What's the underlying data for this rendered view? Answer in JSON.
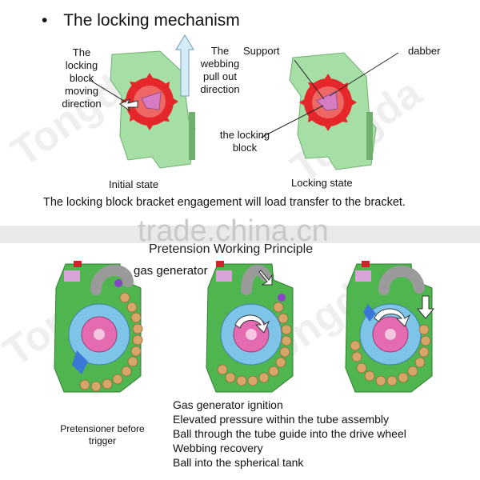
{
  "header": {
    "bullet": "•",
    "title": "The locking mechanism"
  },
  "locking": {
    "label_moving": [
      "The",
      "locking",
      "block",
      "moving",
      "direction"
    ],
    "label_pull": [
      "The",
      "webbing",
      "pull out",
      "direction"
    ],
    "label_support": "Support",
    "label_dabber": "dabber",
    "label_block": [
      "the locking",
      "block"
    ],
    "caption_initial": "Initial state",
    "caption_locking": "Locking state",
    "sentence": "The locking block bracket engagement will load transfer to the bracket."
  },
  "watermark": {
    "text": "trade.china.cn",
    "brand": "Tongda"
  },
  "pretension": {
    "title": "Pretension Working Principle",
    "gas_generator": "gas generator",
    "pre_caption": [
      "Pretensioner before",
      "trigger"
    ],
    "steps": [
      "Gas generator ignition",
      "Elevated pressure within the tube assembly",
      "Ball through the tube guide into the drive wheel",
      "Webbing recovery",
      "Ball into the spherical tank"
    ]
  },
  "colors": {
    "bracket_green": "#a6dfa6",
    "gear_red": "#e5262b",
    "hub_pink": "#e46bb0",
    "ball_tan": "#d6a567",
    "arrow_blue": "#c9e6f2",
    "tube_gray": "#9a9a9a"
  }
}
